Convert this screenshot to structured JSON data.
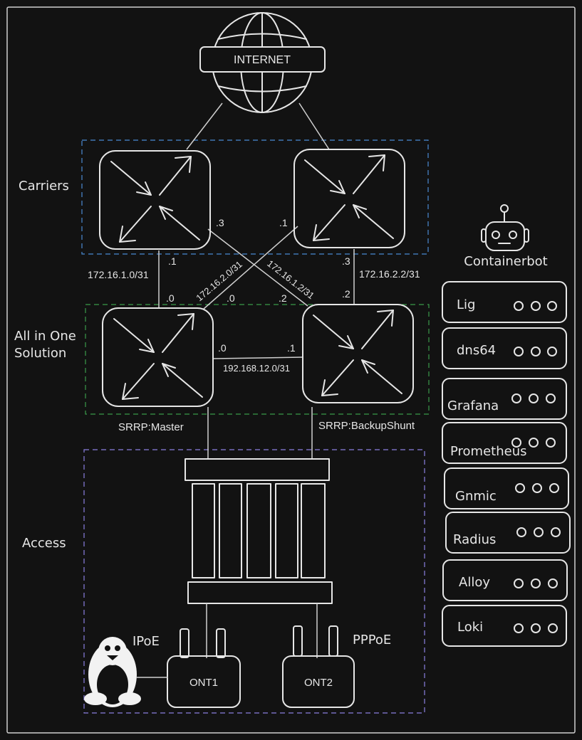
{
  "internet": {
    "label": "INTERNET"
  },
  "zones": {
    "carriers": "Carriers",
    "aio_line1": "All in One",
    "aio_line2": "Solution",
    "access": "Access"
  },
  "links": {
    "left_carrier_subnet": "172.16.1.0/31",
    "right_carrier_subnet": "172.16.2.2/31",
    "cross_a_subnet": "172.16.2.0/31",
    "cross_b_subnet": "172.16.1.2/31",
    "interlink_subnet": "192.168.12.0/31",
    "host_left_carrier_down": ".1",
    "host_left_carrier_cross": ".3",
    "host_right_carrier_cross": ".1",
    "host_right_carrier_down": ".3",
    "host_master_up": ".0",
    "host_master_cross": ".0",
    "host_backup_cross": ".2",
    "host_backup_up": ".2",
    "host_master_inter": ".0",
    "host_backup_inter": ".1"
  },
  "routers": {
    "master_label": "SRRP:Master",
    "backup_label": "SRRP:BackupShunt"
  },
  "access": {
    "ont1": "ONT1",
    "ont2": "ONT2",
    "ipoe": "IPoE",
    "pppoe": "PPPoE"
  },
  "containerbot": {
    "label": "Containerbot"
  },
  "services": [
    {
      "name": "Lig"
    },
    {
      "name": "dns64"
    },
    {
      "name": "Grafana"
    },
    {
      "name": "Prometheus"
    },
    {
      "name": "Gnmic"
    },
    {
      "name": "Radius"
    },
    {
      "name": "Alloy"
    },
    {
      "name": "Loki"
    }
  ],
  "colors": {
    "background": "#121212",
    "stroke": "#e6e6e6",
    "carriers_zone": "#4a8ad4",
    "aio_zone": "#3a9a4a",
    "access_zone": "#8a7fe0"
  }
}
